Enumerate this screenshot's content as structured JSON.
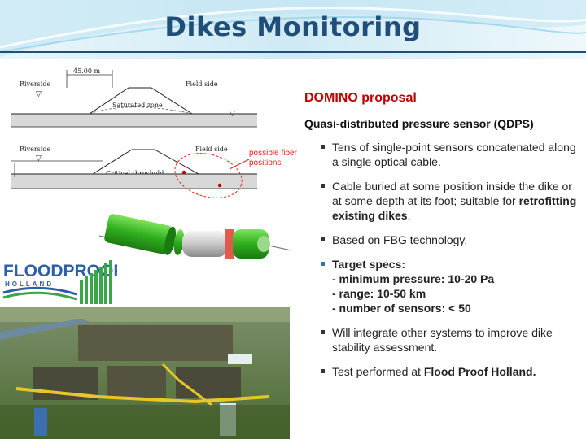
{
  "header": {
    "title": "Dikes Monitoring"
  },
  "diagram": {
    "top_dimension": "45.00 m",
    "top_left_label": "Riverside",
    "top_right_label": "Field side",
    "top_center_label": "Saturated zone",
    "bottom_left_label": "Riverside",
    "bottom_right_label": "Field side",
    "bottom_center_label": "Critical threshold",
    "annotation": [
      "possible fiber",
      "positions"
    ]
  },
  "logo": {
    "name": "FLOODPROOF",
    "sub": "HOLLAND"
  },
  "content": {
    "proposal_heading": "DOMINO proposal",
    "sensor_heading": "Quasi-distributed pressure sensor (QDPS)",
    "bullets": {
      "b1": "Tens of single-point sensors concatenated along a single optical cable.",
      "b2_pre": "Cable buried at some position inside the dike or at some depth at its foot; suitable for ",
      "b2_bold": "retrofitting existing dikes",
      "b2_post": ".",
      "b3": "Based on FBG technology.",
      "b4_title": "Target specs:",
      "b4_line1": "- minimum pressure: 10-20 Pa",
      "b4_line2": "- range: 10-50 km",
      "b4_line3": "- number of sensors: < 50",
      "b5": "Will integrate other systems to improve dike stability assessment.",
      "b6_pre": "Test performed at ",
      "b6_bold": "Flood Proof Holland."
    }
  },
  "colors": {
    "title": "#1f4e79",
    "accent_red": "#c00000",
    "accent_blue": "#2e74b5",
    "logo_blue": "#2b5fa8",
    "logo_green": "#3aa64a"
  }
}
